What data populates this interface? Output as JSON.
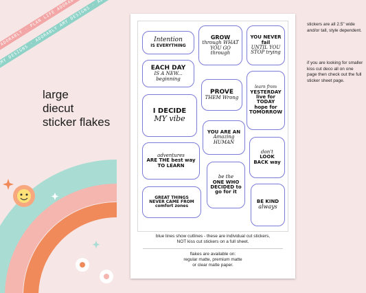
{
  "ribbons": {
    "pink": "PLAN LIFE ADORABLY · PLAN LIFE ADORABLY · PLAN LIFE ADORABLY",
    "teal": "ADORABLY AMY DESIGNS · ADORABLY AMY DESIGNS · ADORABLY AMY DESIGNS"
  },
  "title": {
    "line1": "large",
    "line2": "diecut",
    "line3": "sticker flakes"
  },
  "stickers": [
    {
      "text": "Intention",
      "sub": "IS EVERYTHING"
    },
    {
      "text": "GROW",
      "sub": "through WHAT YOU GO through"
    },
    {
      "text": "YOU NEVER fail",
      "sub": "UNTIL YOU STOP trying"
    },
    {
      "text": "EACH DAY",
      "sub": "IS A NEW... beginning"
    },
    {
      "text": "PROVE",
      "sub": "THEM Wrong"
    },
    {
      "text": "learn from",
      "sub": "YESTERDAY live for TODAY hope for TOMORROW"
    },
    {
      "text": "I DECIDE",
      "sub": "MY vibe"
    },
    {
      "text": "YOU ARE AN",
      "sub": "Amazing HUMAN"
    },
    {
      "text": "don't",
      "sub": "LOOK BACK way"
    },
    {
      "text": "adventures",
      "sub": "ARE THE best way TO LEARN"
    },
    {
      "text": "be the",
      "sub": "ONE WHO DECIDED to go for it"
    },
    {
      "text": "BE KIND",
      "sub": "always"
    },
    {
      "text": "GREAT THINGS",
      "sub": "NEVER CAME FROM comfort zones"
    }
  ],
  "sheet_footer": {
    "line1": "blue lines show cutlines - these are individual cut stickers,",
    "line2": "NOT kiss cut stickers on a full sheet.",
    "line3": "flakes are available on:",
    "line4": "regular matte, premium matte",
    "line5": "or clear matte paper."
  },
  "notes": {
    "size": "stickers are all 2.5\" wide and/or tall, style dependent.",
    "kiss": "if you are looking for smaller kiss cut deco all on one page then check out the full sticker sheet page."
  },
  "colors": {
    "background": "#f6e6e6",
    "cutline": "#7a7ad8",
    "rainbow_teal": "#a9ddd4",
    "rainbow_pink": "#f4b6ae",
    "rainbow_orange": "#f08a5a"
  }
}
